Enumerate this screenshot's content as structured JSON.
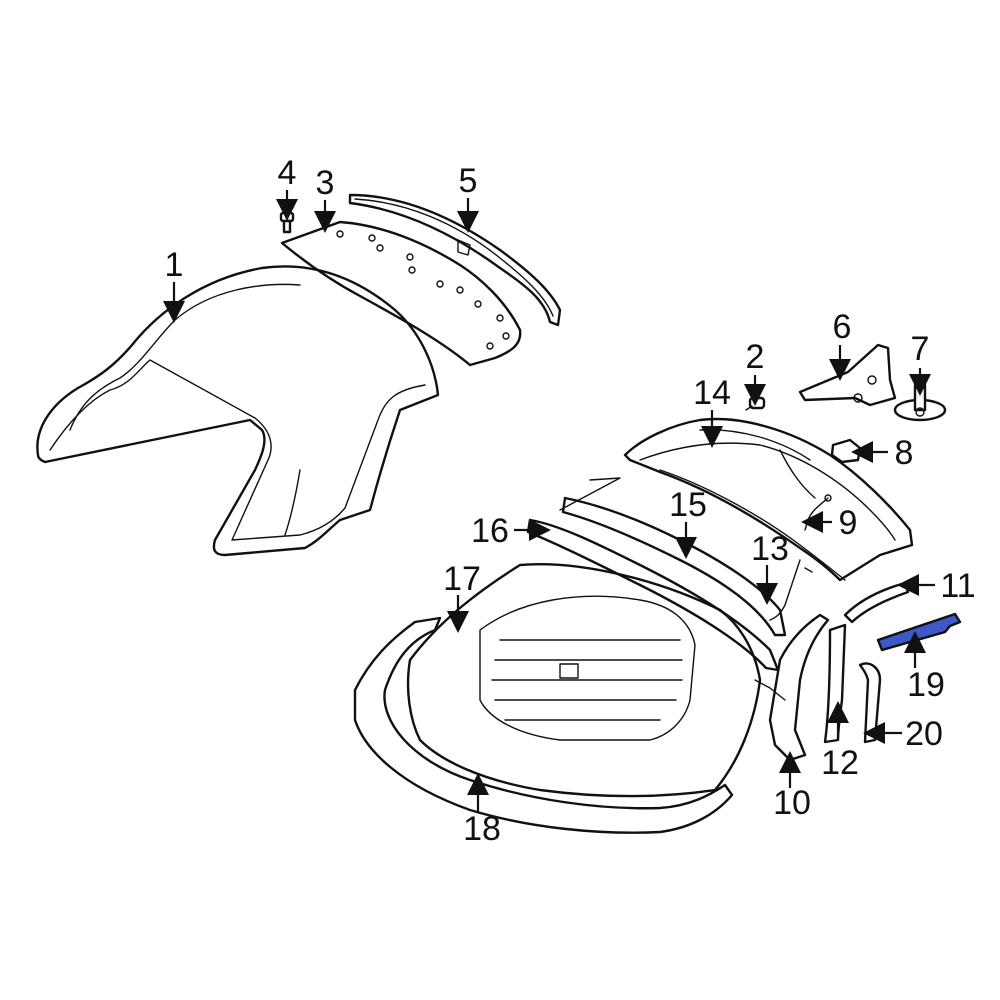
{
  "diagram": {
    "callouts": [
      {
        "id": "c1",
        "label": "1"
      },
      {
        "id": "c2",
        "label": "2"
      },
      {
        "id": "c3",
        "label": "3"
      },
      {
        "id": "c4",
        "label": "4"
      },
      {
        "id": "c5",
        "label": "5"
      },
      {
        "id": "c6",
        "label": "6"
      },
      {
        "id": "c7",
        "label": "7"
      },
      {
        "id": "c8",
        "label": "8"
      },
      {
        "id": "c9",
        "label": "9"
      },
      {
        "id": "c10",
        "label": "10"
      },
      {
        "id": "c11",
        "label": "11"
      },
      {
        "id": "c12",
        "label": "12"
      },
      {
        "id": "c13",
        "label": "13"
      },
      {
        "id": "c14",
        "label": "14"
      },
      {
        "id": "c15",
        "label": "15"
      },
      {
        "id": "c16",
        "label": "16"
      },
      {
        "id": "c17",
        "label": "17"
      },
      {
        "id": "c18",
        "label": "18"
      },
      {
        "id": "c19",
        "label": "19"
      },
      {
        "id": "c20",
        "label": "20"
      }
    ],
    "highlighted_part": "19",
    "colors": {
      "highlight": "#3f58c8",
      "line": "#111111",
      "background": "#ffffff"
    }
  }
}
